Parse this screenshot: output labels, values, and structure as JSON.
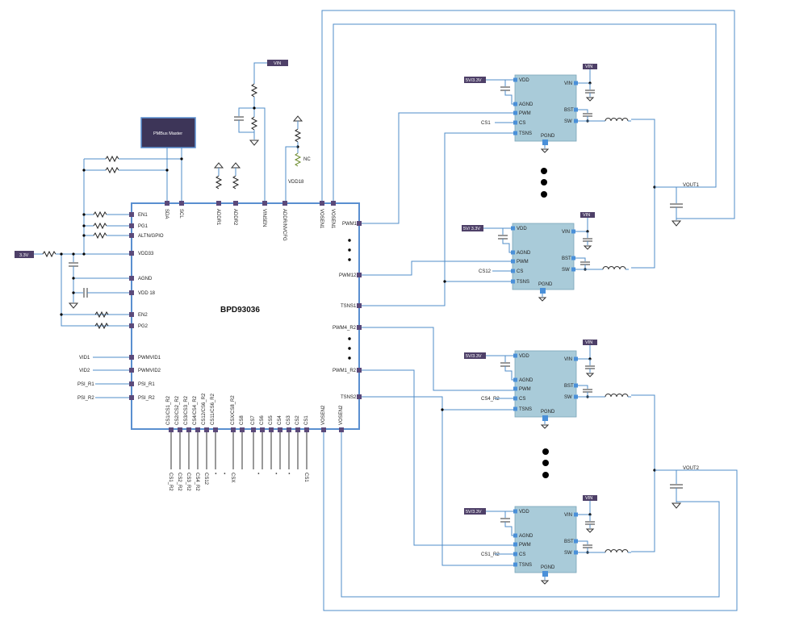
{
  "controller": {
    "name": "BPD93036",
    "left_pins": [
      "EN1",
      "PG1",
      "ALTN/GPIO",
      "VDD33",
      "AGND",
      "VDD 18",
      "EN2",
      "PG2",
      "PWMVID1",
      "PWMVID2",
      "PSI_R1",
      "PSI_R2"
    ],
    "top_pins": [
      "SDA",
      "SCL",
      "ADDR1",
      "ADDR2",
      "VINSEN",
      "ADDR/NVCFG",
      "VOSEN1",
      "VOSEN1"
    ],
    "right_pins": [
      "PWM1",
      "PWM12",
      "TSNS1",
      "PWM4_R2",
      "PWM1_R2",
      "TSNS2"
    ],
    "bottom_pins": [
      "CS1/CS1_R2",
      "CS2/CS2_R2",
      "CS3/CS3_R2",
      "CS4/CS4_R2",
      "CS12/CS6_R2",
      "CS11/CS6_R2",
      "CSX/CS8_R2",
      "CS8",
      "CS7",
      "CS6",
      "CS5",
      "CS4",
      "CS3",
      "CS2",
      "CS1",
      "VOSEN2",
      "VOSEN2"
    ],
    "bottom_labels": [
      "CS1_R2",
      "CS2_R2",
      "CS3_R2",
      "CS4_R2",
      "CS12",
      "•",
      "•",
      "CSX",
      "•",
      "•",
      "•",
      "CS1"
    ]
  },
  "nets": {
    "v33": "3.3V",
    "vin": "VIN",
    "pmbus": "PMBus Master",
    "vdd18": "VDD18",
    "nc": "NC",
    "vid1": "VID1",
    "vid2": "VID2",
    "psi1": "PSI_R1",
    "psi2": "PSI_R2",
    "vout1": "VOUT1",
    "vout2": "VOUT2"
  },
  "stages": [
    {
      "supply": "5V/3.3V",
      "cs_label": "CS1",
      "pins_left": [
        "VDD",
        "AGND",
        "PWM",
        "CS",
        "TSNS"
      ],
      "pins_right": [
        "VIN",
        "BST",
        "SW"
      ],
      "pgnd": "PGND",
      "vin_tag": "VIN"
    },
    {
      "supply": "5V/ 3.3V",
      "cs_label": "CS12",
      "pins_left": [
        "VDD",
        "AGND",
        "PWM",
        "CS",
        "TSNS"
      ],
      "pins_right": [
        "VIN",
        "BST",
        "SW"
      ],
      "pgnd": "PGND",
      "vin_tag": "VIN"
    },
    {
      "supply": "5V/3.3V",
      "cs_label": "CS4_R2",
      "pins_left": [
        "VDD",
        "AGND",
        "PWM",
        "CS",
        "TSNS"
      ],
      "pins_right": [
        "VIN",
        "BST",
        "SW"
      ],
      "pgnd": "PGND",
      "vin_tag": "VIN"
    },
    {
      "supply": "5V/3.3V",
      "cs_label": "CS1_R2",
      "pins_left": [
        "VDD",
        "AGND",
        "PWM",
        "CS",
        "TSNS"
      ],
      "pins_right": [
        "VIN",
        "BST",
        "SW"
      ],
      "pgnd": "PGND",
      "vin_tag": "VIN"
    }
  ],
  "colors": {
    "wire": "#4f8cc9",
    "chip_border": "#5a8fd0",
    "stage_fill": "#a9cbd9",
    "tag_fill": "#4e4068"
  }
}
